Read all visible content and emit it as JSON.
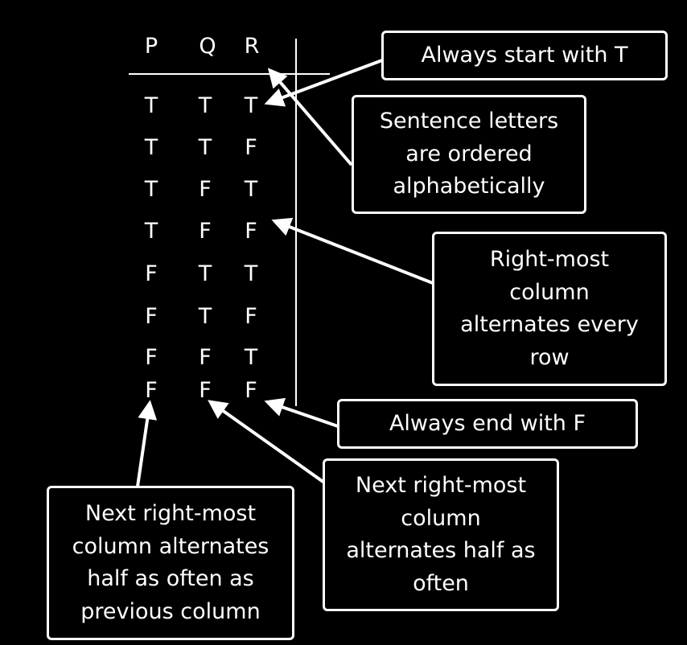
{
  "table": {
    "headers": [
      "P",
      "Q",
      "R"
    ],
    "rows": [
      [
        "T",
        "T",
        "T"
      ],
      [
        "T",
        "T",
        "F"
      ],
      [
        "T",
        "F",
        "T"
      ],
      [
        "T",
        "F",
        "F"
      ],
      [
        "F",
        "T",
        "T"
      ],
      [
        "F",
        "T",
        "F"
      ],
      [
        "F",
        "F",
        "T"
      ],
      [
        "F",
        "F",
        "F"
      ]
    ]
  },
  "callouts": {
    "start_t": "Always start with T",
    "alphabetical": "Sentence letters\nare ordered\nalphabetically",
    "right_most": "Right-most\ncolumn\nalternates every\nrow",
    "end_f": "Always end with F",
    "next_half": "Next right-most\ncolumn\nalternates half as\noften",
    "previous_half": "Next right-most\ncolumn alternates\nhalf as often as\nprevious column"
  },
  "colors": {
    "background": "#000000",
    "foreground": "#ffffff"
  }
}
